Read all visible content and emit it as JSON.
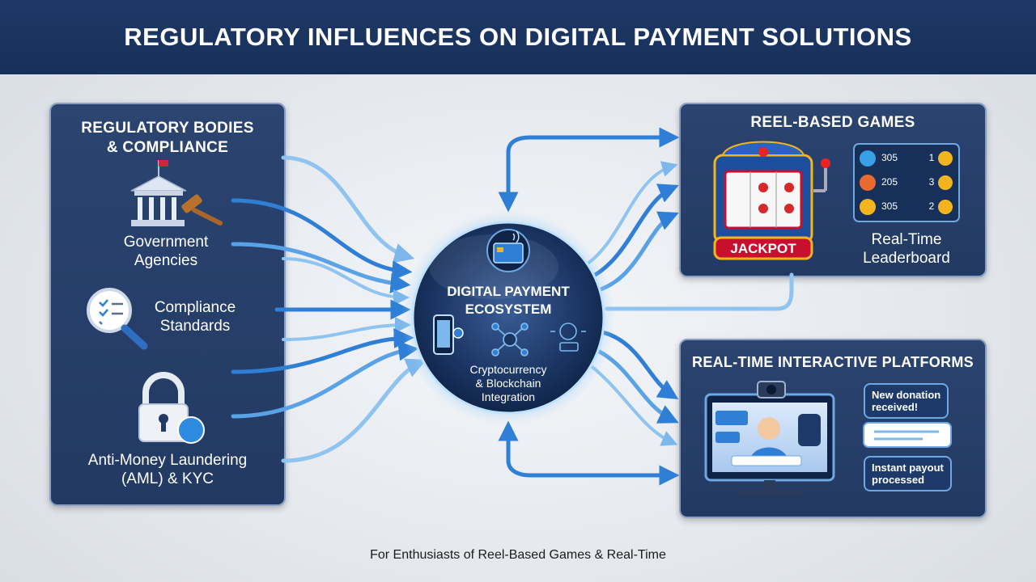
{
  "header": {
    "title": "REGULATORY INFLUENCES ON DIGITAL PAYMENT SOLUTIONS"
  },
  "left_panel": {
    "title_line1": "REGULATORY BODIES",
    "title_line2": "& COMPLIANCE",
    "items": [
      {
        "line1": "Government",
        "line2": "Agencies",
        "icon": "courthouse-gavel-icon"
      },
      {
        "line1": "Compliance",
        "line2": "Standards",
        "icon": "checklist-magnifier-icon"
      },
      {
        "line1": "Anti-Money Laundering",
        "line2": "(AML) & KYC",
        "icon": "padlock-dollar-icon"
      }
    ]
  },
  "center": {
    "title_line1": "DIGITAL PAYMENT",
    "title_line2": "ECOSYSTEM",
    "sub_line1": "Cryptocurrency",
    "sub_line2": "& Blockchain",
    "sub_line3": "Integration"
  },
  "reel_panel": {
    "title": "REEL-BASED GAMES",
    "jackpot": "JACKPOT",
    "leaderboard_label_line1": "Real-Time",
    "leaderboard_label_line2": "Leaderboard",
    "leaderboard_rows": [
      {
        "score": "305",
        "rank": "1"
      },
      {
        "score": "205",
        "rank": "3"
      },
      {
        "score": "305",
        "rank": "2"
      }
    ]
  },
  "live_panel": {
    "title": "REAL-TIME INTERACTIVE PLATFORMS",
    "bubble1_line1": "New donation",
    "bubble1_line2": "received!",
    "bubble2_line1": "Instant payout",
    "bubble2_line2": "processed"
  },
  "footer": {
    "text": "For Enthusiasts of Reel-Based Games & Real-Time"
  },
  "colors": {
    "header_bg": "#1f3866",
    "panel_bg": "#2b4470",
    "arrow_blue": "#2f7fd6",
    "arrow_light": "#8fc3f0",
    "jackpot_red": "#c8102e",
    "gold": "#f2b51d"
  }
}
